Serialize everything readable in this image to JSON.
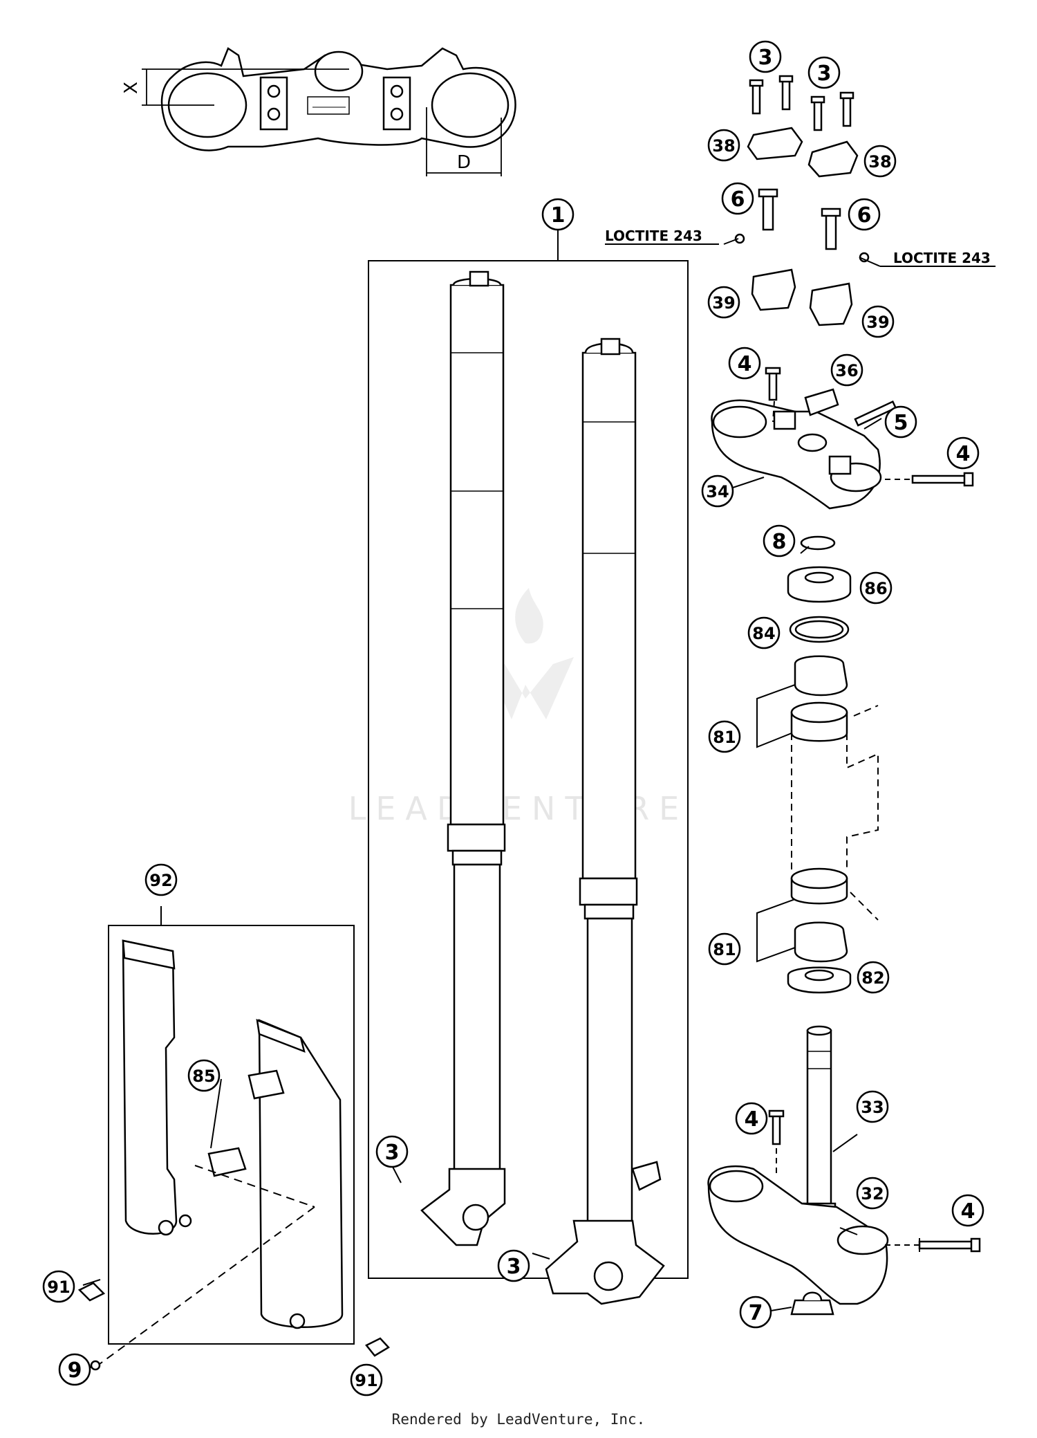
{
  "watermark": {
    "text": "LEADVENTURE"
  },
  "footer": {
    "text": "Rendered by LeadVenture, Inc."
  },
  "dimensions": {
    "x": "X",
    "d": "D"
  },
  "notes": {
    "loctite_left": "LOCTITE 243",
    "loctite_right": "LOCTITE 243"
  },
  "callouts": {
    "c1": "1",
    "c3a": "3",
    "c3b": "3",
    "c3c": "3",
    "c3d": "3",
    "c38a": "38",
    "c38b": "38",
    "c6a": "6",
    "c6b": "6",
    "c39a": "39",
    "c39b": "39",
    "c4a": "4",
    "c36": "36",
    "c5": "5",
    "c4b": "4",
    "c34": "34",
    "c8": "8",
    "c86": "86",
    "c84": "84",
    "c81a": "81",
    "c81b": "81",
    "c82": "82",
    "c92": "92",
    "c85": "85",
    "c33": "33",
    "c4c": "4",
    "c32": "32",
    "c4d": "4",
    "c7": "7",
    "c91a": "91",
    "c9": "9",
    "c91b": "91"
  },
  "colors": {
    "line": "#000000",
    "fill": "#ffffff",
    "watermark": "#e6e6e6"
  }
}
